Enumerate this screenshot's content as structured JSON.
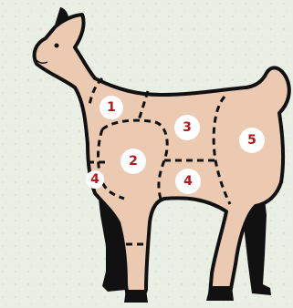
{
  "colors": {
    "background": "#e9efe4",
    "body": "#eccab2",
    "outline": "#111111",
    "badge": "#ffffff",
    "label": "#b3161b"
  },
  "cuts": [
    {
      "id": "cut-1",
      "label": "1"
    },
    {
      "id": "cut-2",
      "label": "2"
    },
    {
      "id": "cut-3",
      "label": "3"
    },
    {
      "id": "cut-4-lower",
      "label": "4"
    },
    {
      "id": "cut-4-front",
      "label": "4"
    },
    {
      "id": "cut-5",
      "label": "5"
    }
  ]
}
